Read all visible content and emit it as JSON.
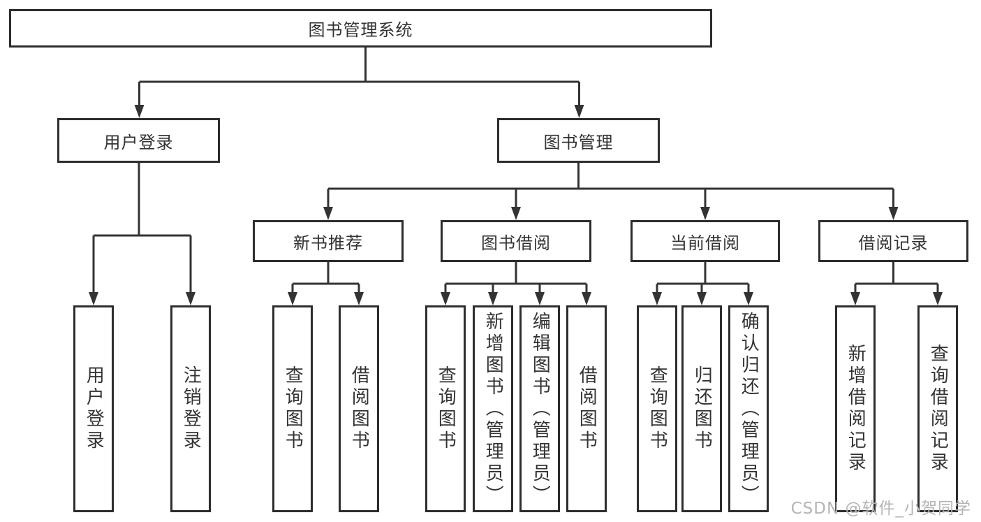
{
  "diagram": {
    "nodes": {
      "root": "图书管理系统",
      "user_login": "用户登录",
      "book_mgmt": "图书管理",
      "new_book_rec": "新书推荐",
      "book_borrow": "图书借阅",
      "current_borrow": "当前借阅",
      "borrow_records": "借阅记录",
      "leaf_user_login": "用户登录",
      "leaf_logout": "注销登录",
      "leaf_nb_query": "查询图书",
      "leaf_nb_borrow": "借阅图书",
      "leaf_bb_query": "查询图书",
      "leaf_bb_add": "新增图书（管理员）",
      "leaf_bb_edit": "编辑图书（管理员）",
      "leaf_bb_borrow": "借阅图书",
      "leaf_cb_query": "查询图书",
      "leaf_cb_return": "归还图书",
      "leaf_cb_confirm": "确认归还（管理员）",
      "leaf_br_add": "新增借阅记录",
      "leaf_br_query": "查询借阅记录"
    }
  },
  "watermark": {
    "text": "CSDN @软件_小贺同学"
  },
  "colors": {
    "line": "#333333",
    "border": "#2d2d2d",
    "text": "#333333",
    "background": "#ffffff",
    "watermark": "#b5b5b5"
  }
}
